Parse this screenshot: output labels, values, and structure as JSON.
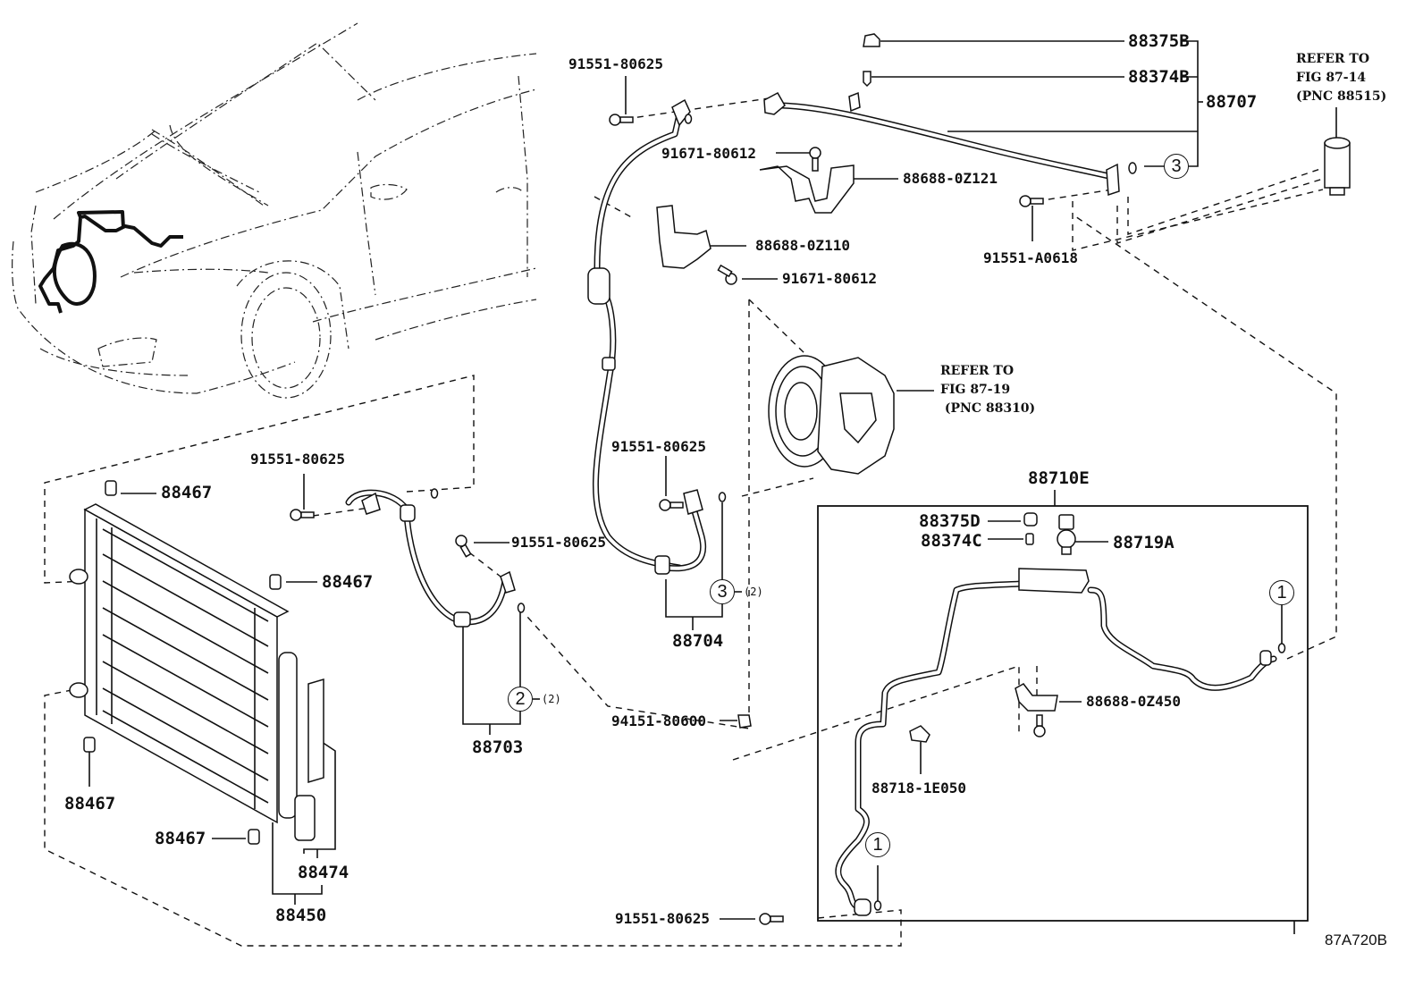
{
  "diagram": {
    "title_code": "87A720B",
    "part_labels": {
      "p88375B": "88375B",
      "p88374B": "88374B",
      "p88707": "88707",
      "p91551_80625_top": "91551-80625",
      "p91671_80612_top": "91671-80612",
      "p88688_0Z121": "88688-0Z121",
      "p88688_0Z110": "88688-0Z110",
      "p91671_80612_mid": "91671-80612",
      "p91551_A0618": "91551-A0618",
      "p91551_80625_left": "91551-80625",
      "p91551_80625_center": "91551-80625",
      "p91551_80625_right": "91551-80625",
      "p88467_a": "88467",
      "p88467_b": "88467",
      "p88467_c": "88467",
      "p88467_d": "88467",
      "p88474": "88474",
      "p88450": "88450",
      "p88703": "88703",
      "p88704": "88704",
      "p94151_80600": "94151-80600",
      "p88710E": "88710E",
      "p88375D": "88375D",
      "p88374C": "88374C",
      "p88719A": "88719A",
      "p88688_0Z450": "88688-0Z450",
      "p88718_1E050": "88718-1E050",
      "p91551_80625_bottom": "91551-80625"
    },
    "references": {
      "expansion_valve": [
        "REFER TO",
        "FIG 87-14",
        "(PNC 88515)"
      ],
      "compressor": [
        "REFER TO",
        "FIG 87-19",
        " (PNC 88310)"
      ]
    },
    "callouts": {
      "c1_upper": "1",
      "c1_lower": "1",
      "c2": "2",
      "c2_qty": "(2)",
      "c3_upper": "3",
      "c3_lower": "3",
      "c3_qty": "(2)"
    }
  }
}
